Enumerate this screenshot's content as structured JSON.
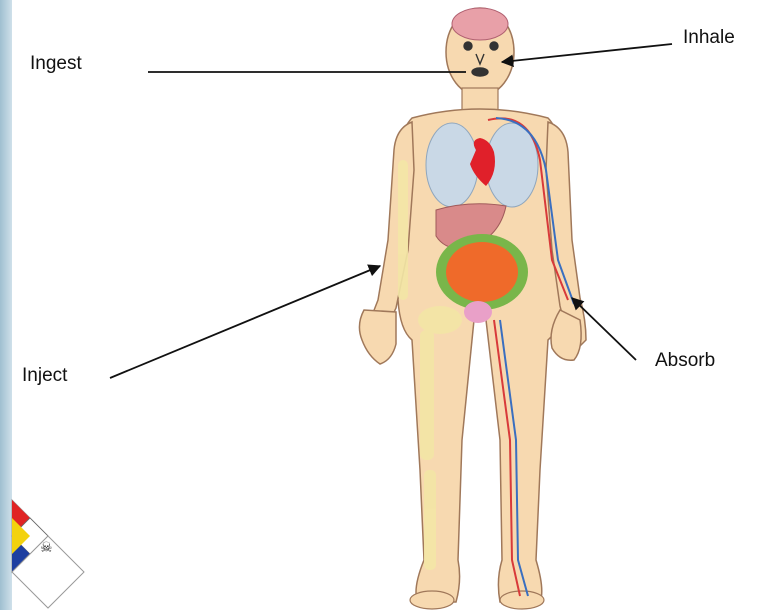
{
  "labels": {
    "ingest": "Ingest",
    "inhale": "Inhale",
    "inject": "Inject",
    "absorb": "Absorb"
  },
  "colors": {
    "skin": "#f7d9b0",
    "skin_outline": "#a0785a",
    "brain": "#e8a0a8",
    "lungs": "#c9d8e6",
    "heart": "#e0202a",
    "liver": "#d98a8a",
    "intestines": "#ef6a2a",
    "colon": "#79b64a",
    "artery": "#d83a3a",
    "vein": "#3a6fc0",
    "bone": "#f3e6a6",
    "bladder": "#e9a0c8"
  },
  "icons": [
    "nfpa-hazard-diamond-icon"
  ]
}
